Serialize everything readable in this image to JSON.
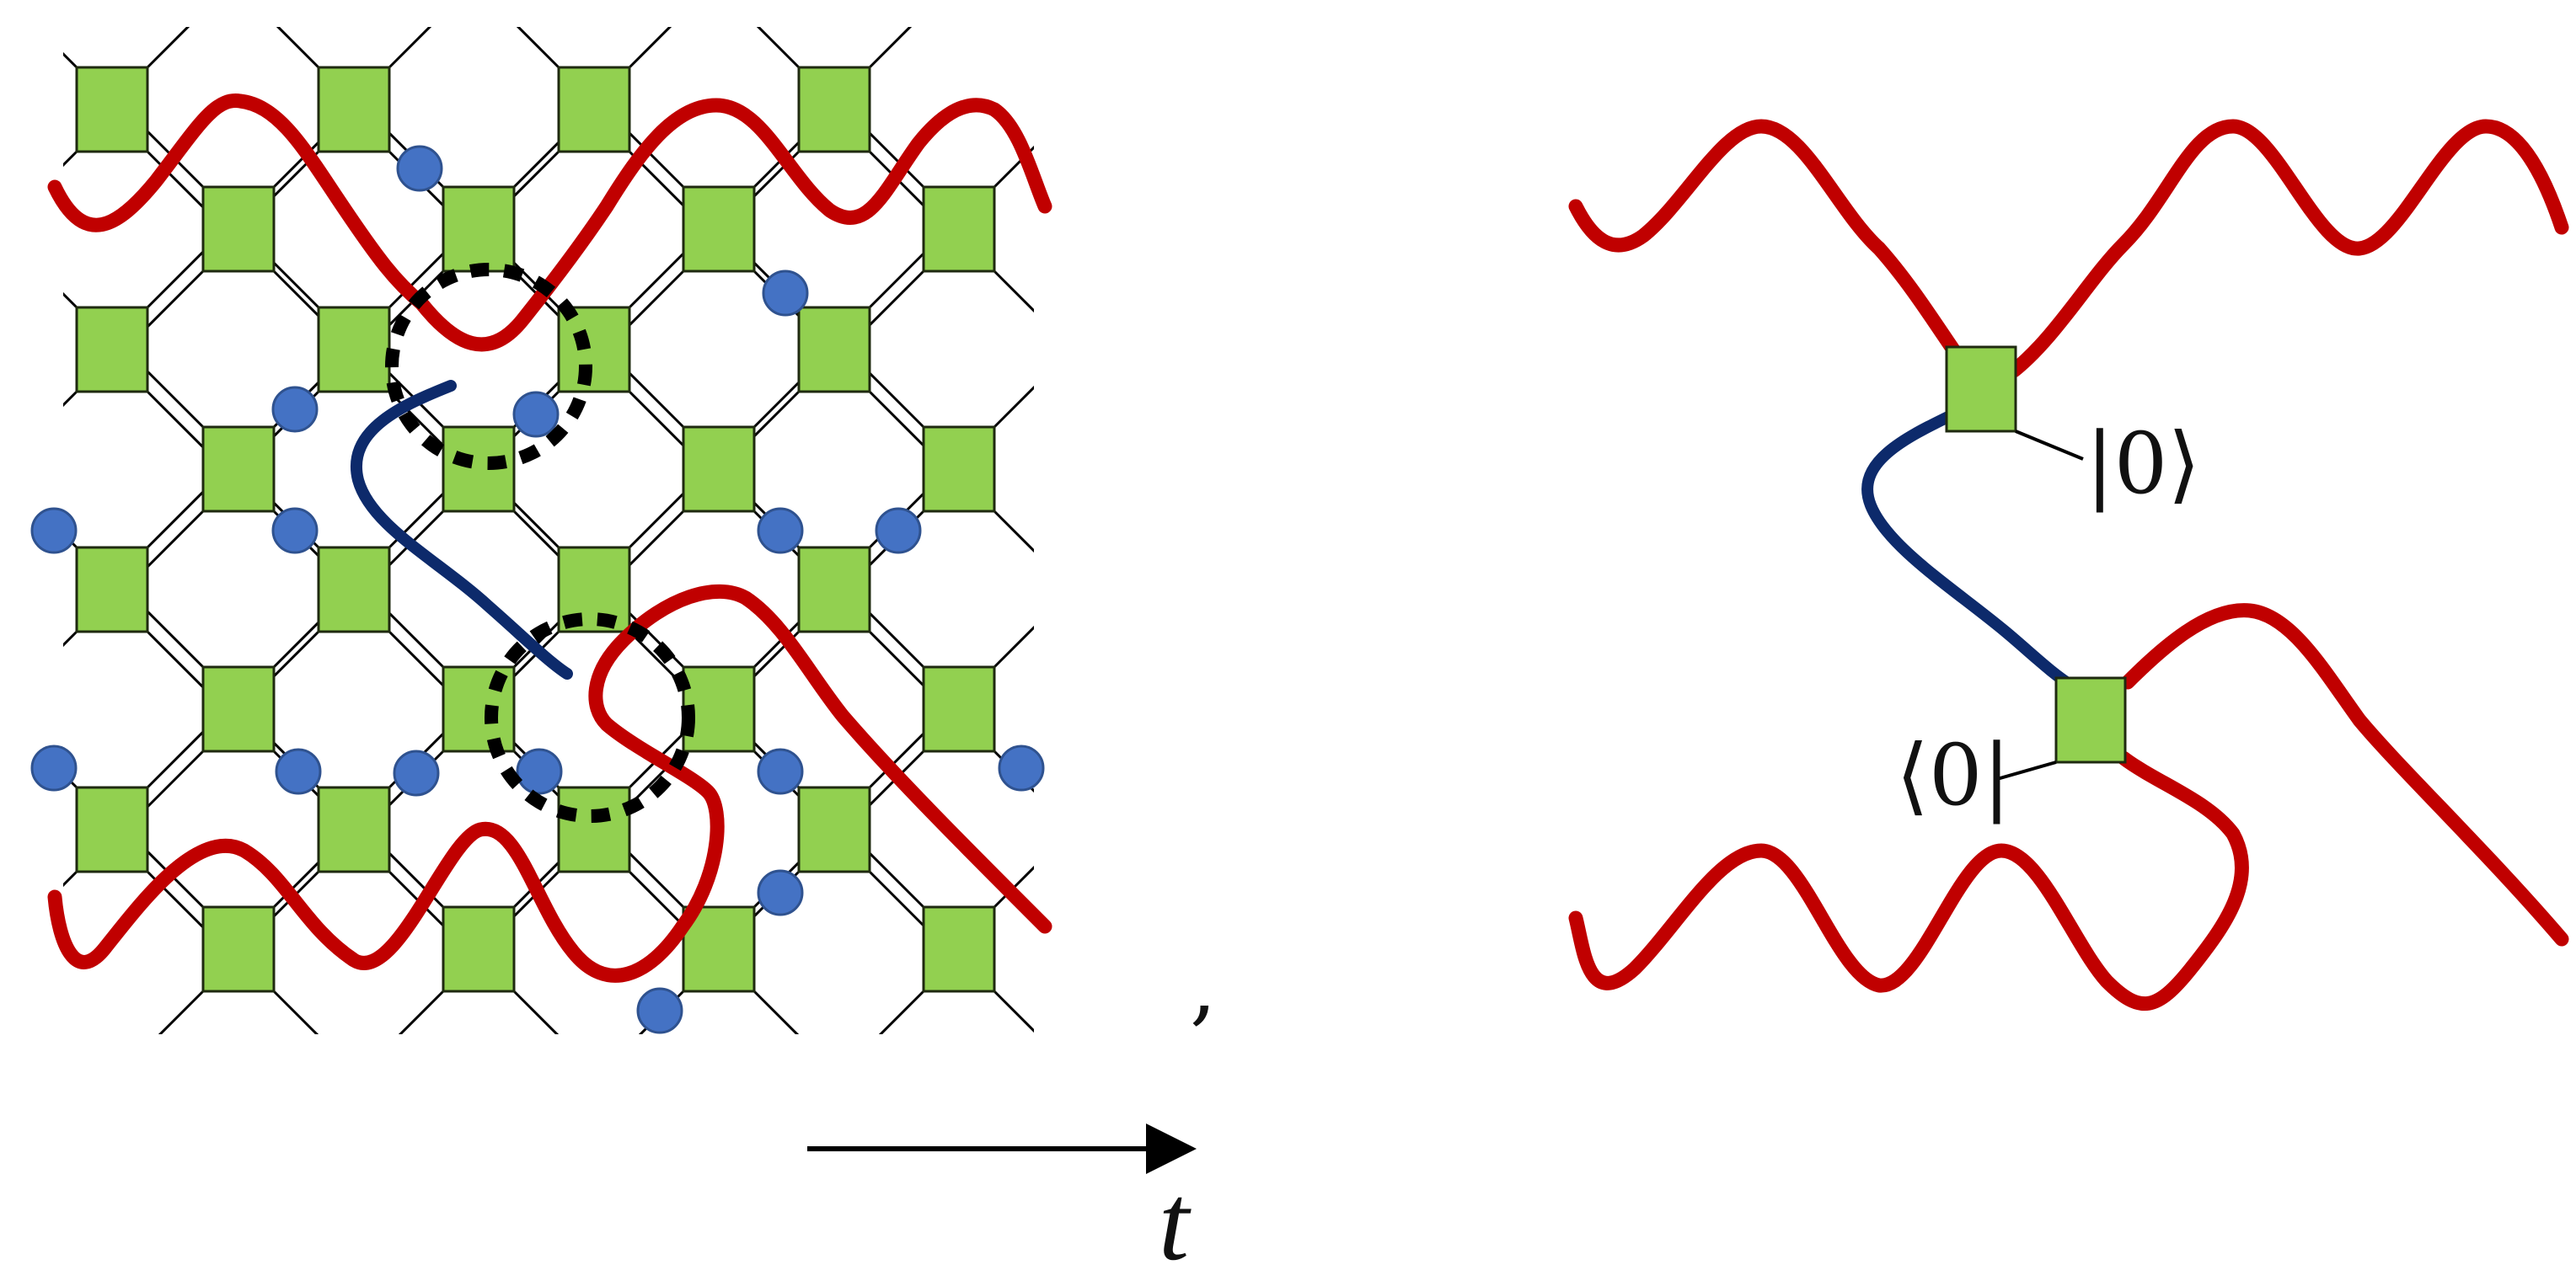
{
  "labels": {
    "ket": "|0⟩",
    "bra": "⟨0|",
    "comma": ",",
    "time_axis": "t"
  },
  "colors": {
    "background": "#ffffff",
    "gate_fill": "#92d050",
    "gate_stroke": "#1f2a10",
    "lattice_line": "#000000",
    "red_curve": "#c00000",
    "blue_curve": "#0d2a6b",
    "dot_fill": "#4472c4",
    "dot_stroke": "#2f528f",
    "dashed_circle": "#000000"
  }
}
